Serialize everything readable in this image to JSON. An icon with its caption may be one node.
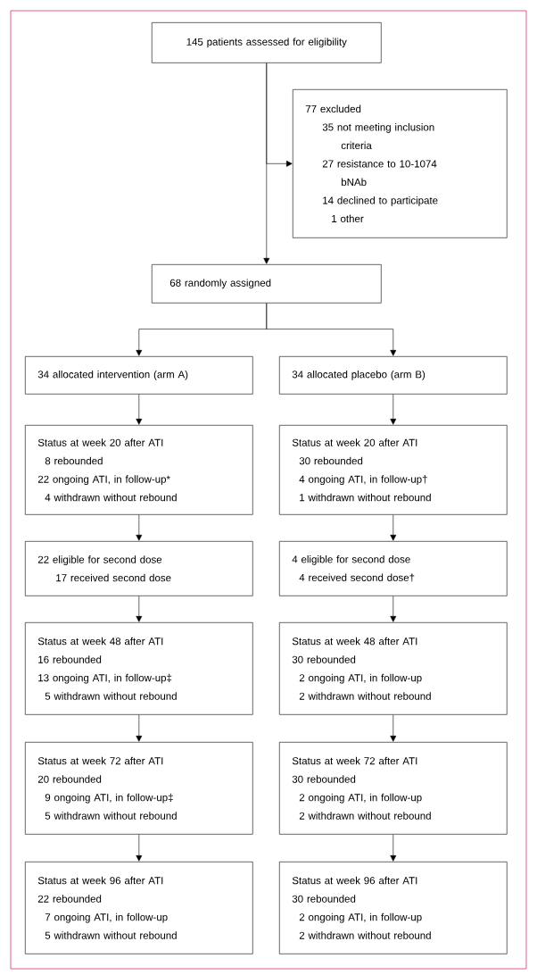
{
  "diagram": {
    "nodes": [
      {
        "text": [
          "145 patients assessed for eligibility"
        ]
      },
      {
        "text": [
          "77 excluded",
          "35 not meeting inclusion criteria",
          "27 resistance to 10-1074 bNAb",
          "14 declined to participate",
          "1 other"
        ]
      },
      {
        "text": [
          "68 randomly assigned"
        ]
      },
      {
        "text": [
          "34 allocated intervention (arm A)"
        ]
      },
      {
        "text": [
          "34 allocated placebo (arm B)"
        ]
      },
      {
        "text": [
          "Status at week 20 after ATI",
          "8 rebounded",
          "22 ongoing ATI, in follow-up*",
          "4 withdrawn without rebound"
        ]
      },
      {
        "text": [
          "Status at week 20 after ATI",
          "30 rebounded",
          "4 ongoing ATI, in follow-up†",
          "1 withdrawn without rebound"
        ]
      },
      {
        "text": [
          "22 eligible for second dose",
          "17 received second dose"
        ]
      },
      {
        "text": [
          "4 eligible for second dose",
          "4 received second dose†"
        ]
      },
      {
        "text": [
          "Status at week 48 after ATI",
          "16 rebounded",
          "13 ongoing ATI, in follow-up‡",
          "5 withdrawn without rebound"
        ]
      },
      {
        "text": [
          "Status at week 48 after ATI",
          "30 rebounded",
          "2 ongoing ATI, in follow-up",
          "2 withdrawn without rebound"
        ]
      },
      {
        "text": [
          "Status at week 72 after ATI",
          "20 rebounded",
          "9 ongoing ATI, in follow-up‡",
          "5 withdrawn without rebound"
        ]
      },
      {
        "text": [
          "Status at week 72 after ATI",
          "30 rebounded",
          "2 ongoing ATI, in follow-up",
          "2 withdrawn without rebound"
        ]
      },
      {
        "text": [
          "Status at week 96 after ATI",
          "22 rebounded",
          "7 ongoing ATI, in follow-up",
          "5 withdrawn without rebound"
        ]
      },
      {
        "text": [
          "Status at week 96 after ATI",
          "30 rebounded",
          "2 ongoing ATI, in follow-up",
          "2 withdrawn without rebound"
        ]
      }
    ],
    "edges": [
      {
        "from": 0,
        "to": 2,
        "arrow": "to"
      },
      {
        "from": 0,
        "to": 1,
        "arrow": "to"
      },
      {
        "from": 2,
        "to": 3,
        "arrow": "to"
      },
      {
        "from": 2,
        "to": 4,
        "arrow": "to"
      },
      {
        "from": 3,
        "to": 5,
        "arrow": "to"
      },
      {
        "from": 4,
        "to": 6,
        "arrow": "to"
      },
      {
        "from": 5,
        "to": 7,
        "arrow": "to"
      },
      {
        "from": 6,
        "to": 8,
        "arrow": "to"
      },
      {
        "from": 7,
        "to": 9,
        "arrow": "to"
      },
      {
        "from": 8,
        "to": 10,
        "arrow": "to"
      },
      {
        "from": 9,
        "to": 11,
        "arrow": "to"
      },
      {
        "from": 10,
        "to": 12,
        "arrow": "to"
      },
      {
        "from": 11,
        "to": 13,
        "arrow": "to"
      },
      {
        "from": 12,
        "to": 14,
        "arrow": "to"
      }
    ]
  }
}
